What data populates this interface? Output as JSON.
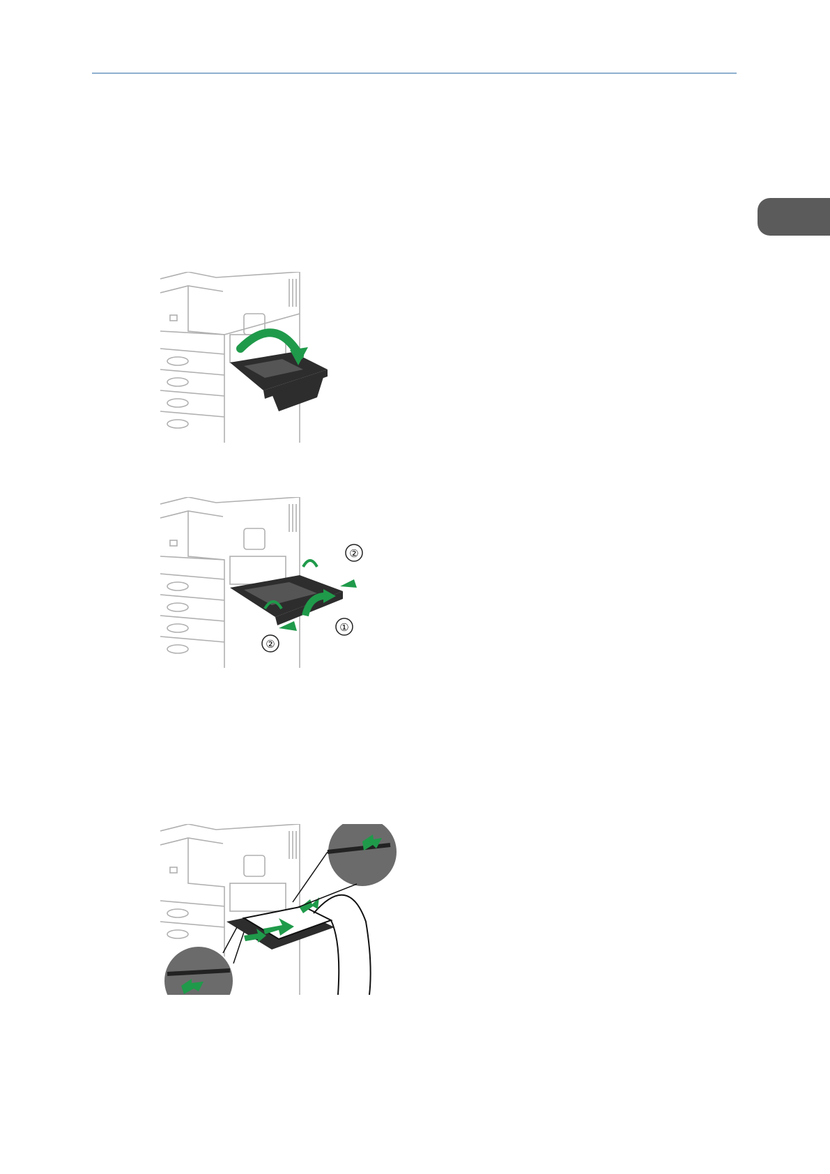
{
  "page": {
    "header_rule_color": "#8eb0cf",
    "chapter_tab_color": "#5b5b5b"
  },
  "figures": [
    {
      "id": "fig1",
      "icon": "tray-open-illustration"
    },
    {
      "id": "fig2",
      "icon": "tray-extend-illustration",
      "callouts": [
        "②",
        "①",
        "②"
      ]
    },
    {
      "id": "fig3",
      "icon": "paper-load-illustration"
    }
  ],
  "colors": {
    "accent_arrow": "#1f9a4a",
    "device_gray": "#b0b0b0",
    "tray_dark": "#2d2d2d"
  }
}
